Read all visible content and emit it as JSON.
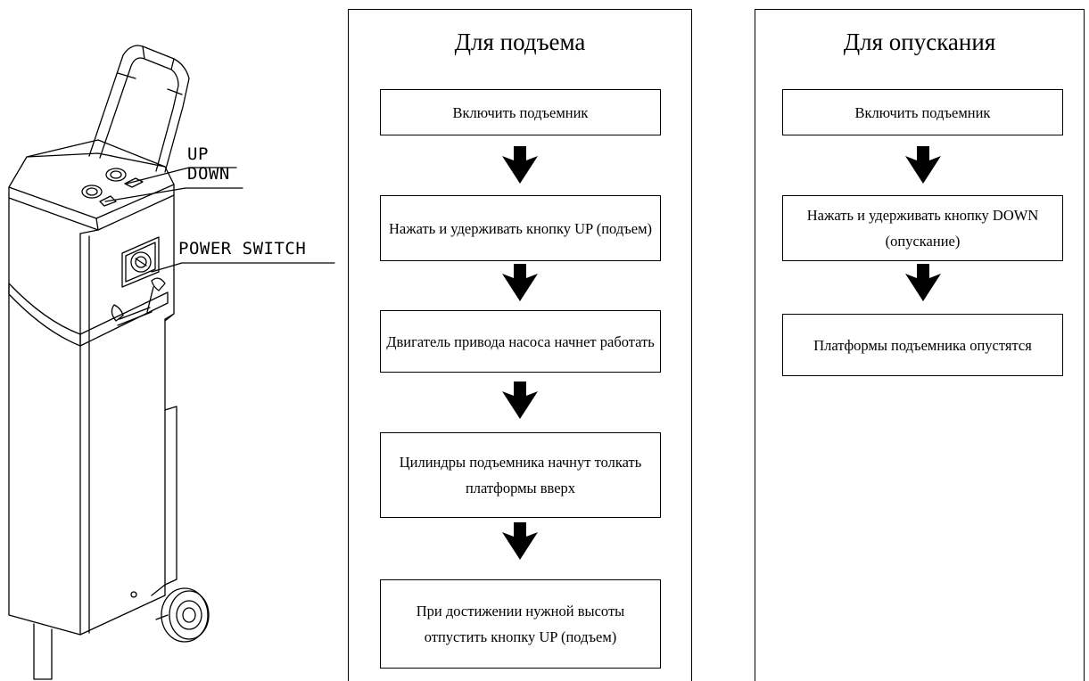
{
  "drawing": {
    "labels": {
      "up": "UP",
      "down": "DOWN",
      "power_switch": "POWER SWITCH"
    }
  },
  "lift": {
    "title": "Для подъема",
    "steps": [
      "Включить подъемник",
      "Нажать и удерживать кнопку UP (подъем)",
      "Двигатель привода насоса начнет работать",
      "Цилиндры подъемника начнут толкать платформы вверх",
      "При достижении нужной высоты отпустить кнопку UP (подъем)"
    ]
  },
  "lower": {
    "title": "Для опускания",
    "steps": [
      "Включить подъемник",
      "Нажать и удерживать кнопку DOWN (опускание)",
      "Платформы подъемника опустятся"
    ]
  }
}
